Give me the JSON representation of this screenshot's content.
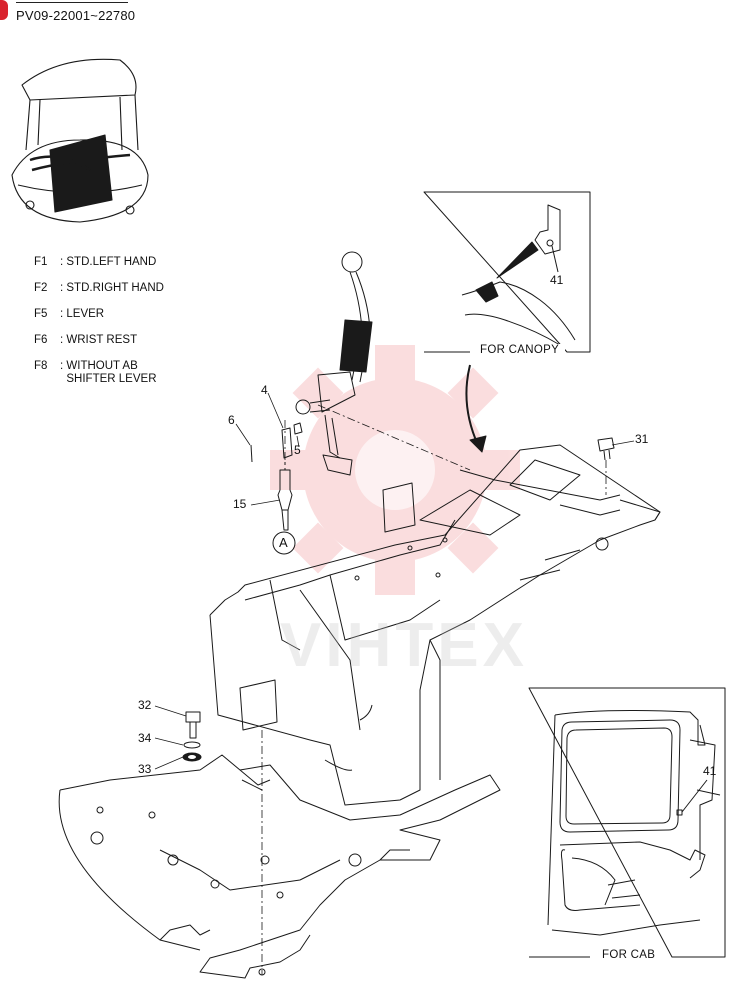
{
  "header": {
    "serial_range": "PV09-22001~22780"
  },
  "legend": [
    {
      "code": "F1",
      "desc": "STD.LEFT HAND"
    },
    {
      "code": "F2",
      "desc": "STD.RIGHT HAND"
    },
    {
      "code": "F5",
      "desc": "LEVER"
    },
    {
      "code": "F6",
      "desc": "WRIST REST"
    },
    {
      "code": "F8",
      "desc": "WITHOUT AB\nSHIFTER LEVER"
    }
  ],
  "insets": {
    "canopy": {
      "title": "FOR CANOPY",
      "part": "41"
    },
    "cab": {
      "title": "FOR CAB",
      "part": "41"
    }
  },
  "callouts": {
    "p4": "4",
    "p5": "5",
    "p6": "6",
    "p15": "15",
    "pA": "A",
    "p31": "31",
    "p32": "32",
    "p33": "33",
    "p34": "34"
  },
  "watermark": {
    "text": "VIHTEX"
  },
  "colors": {
    "accent": "#d9232e",
    "line": "#1a1a1a",
    "watermark": "#e8484f"
  }
}
